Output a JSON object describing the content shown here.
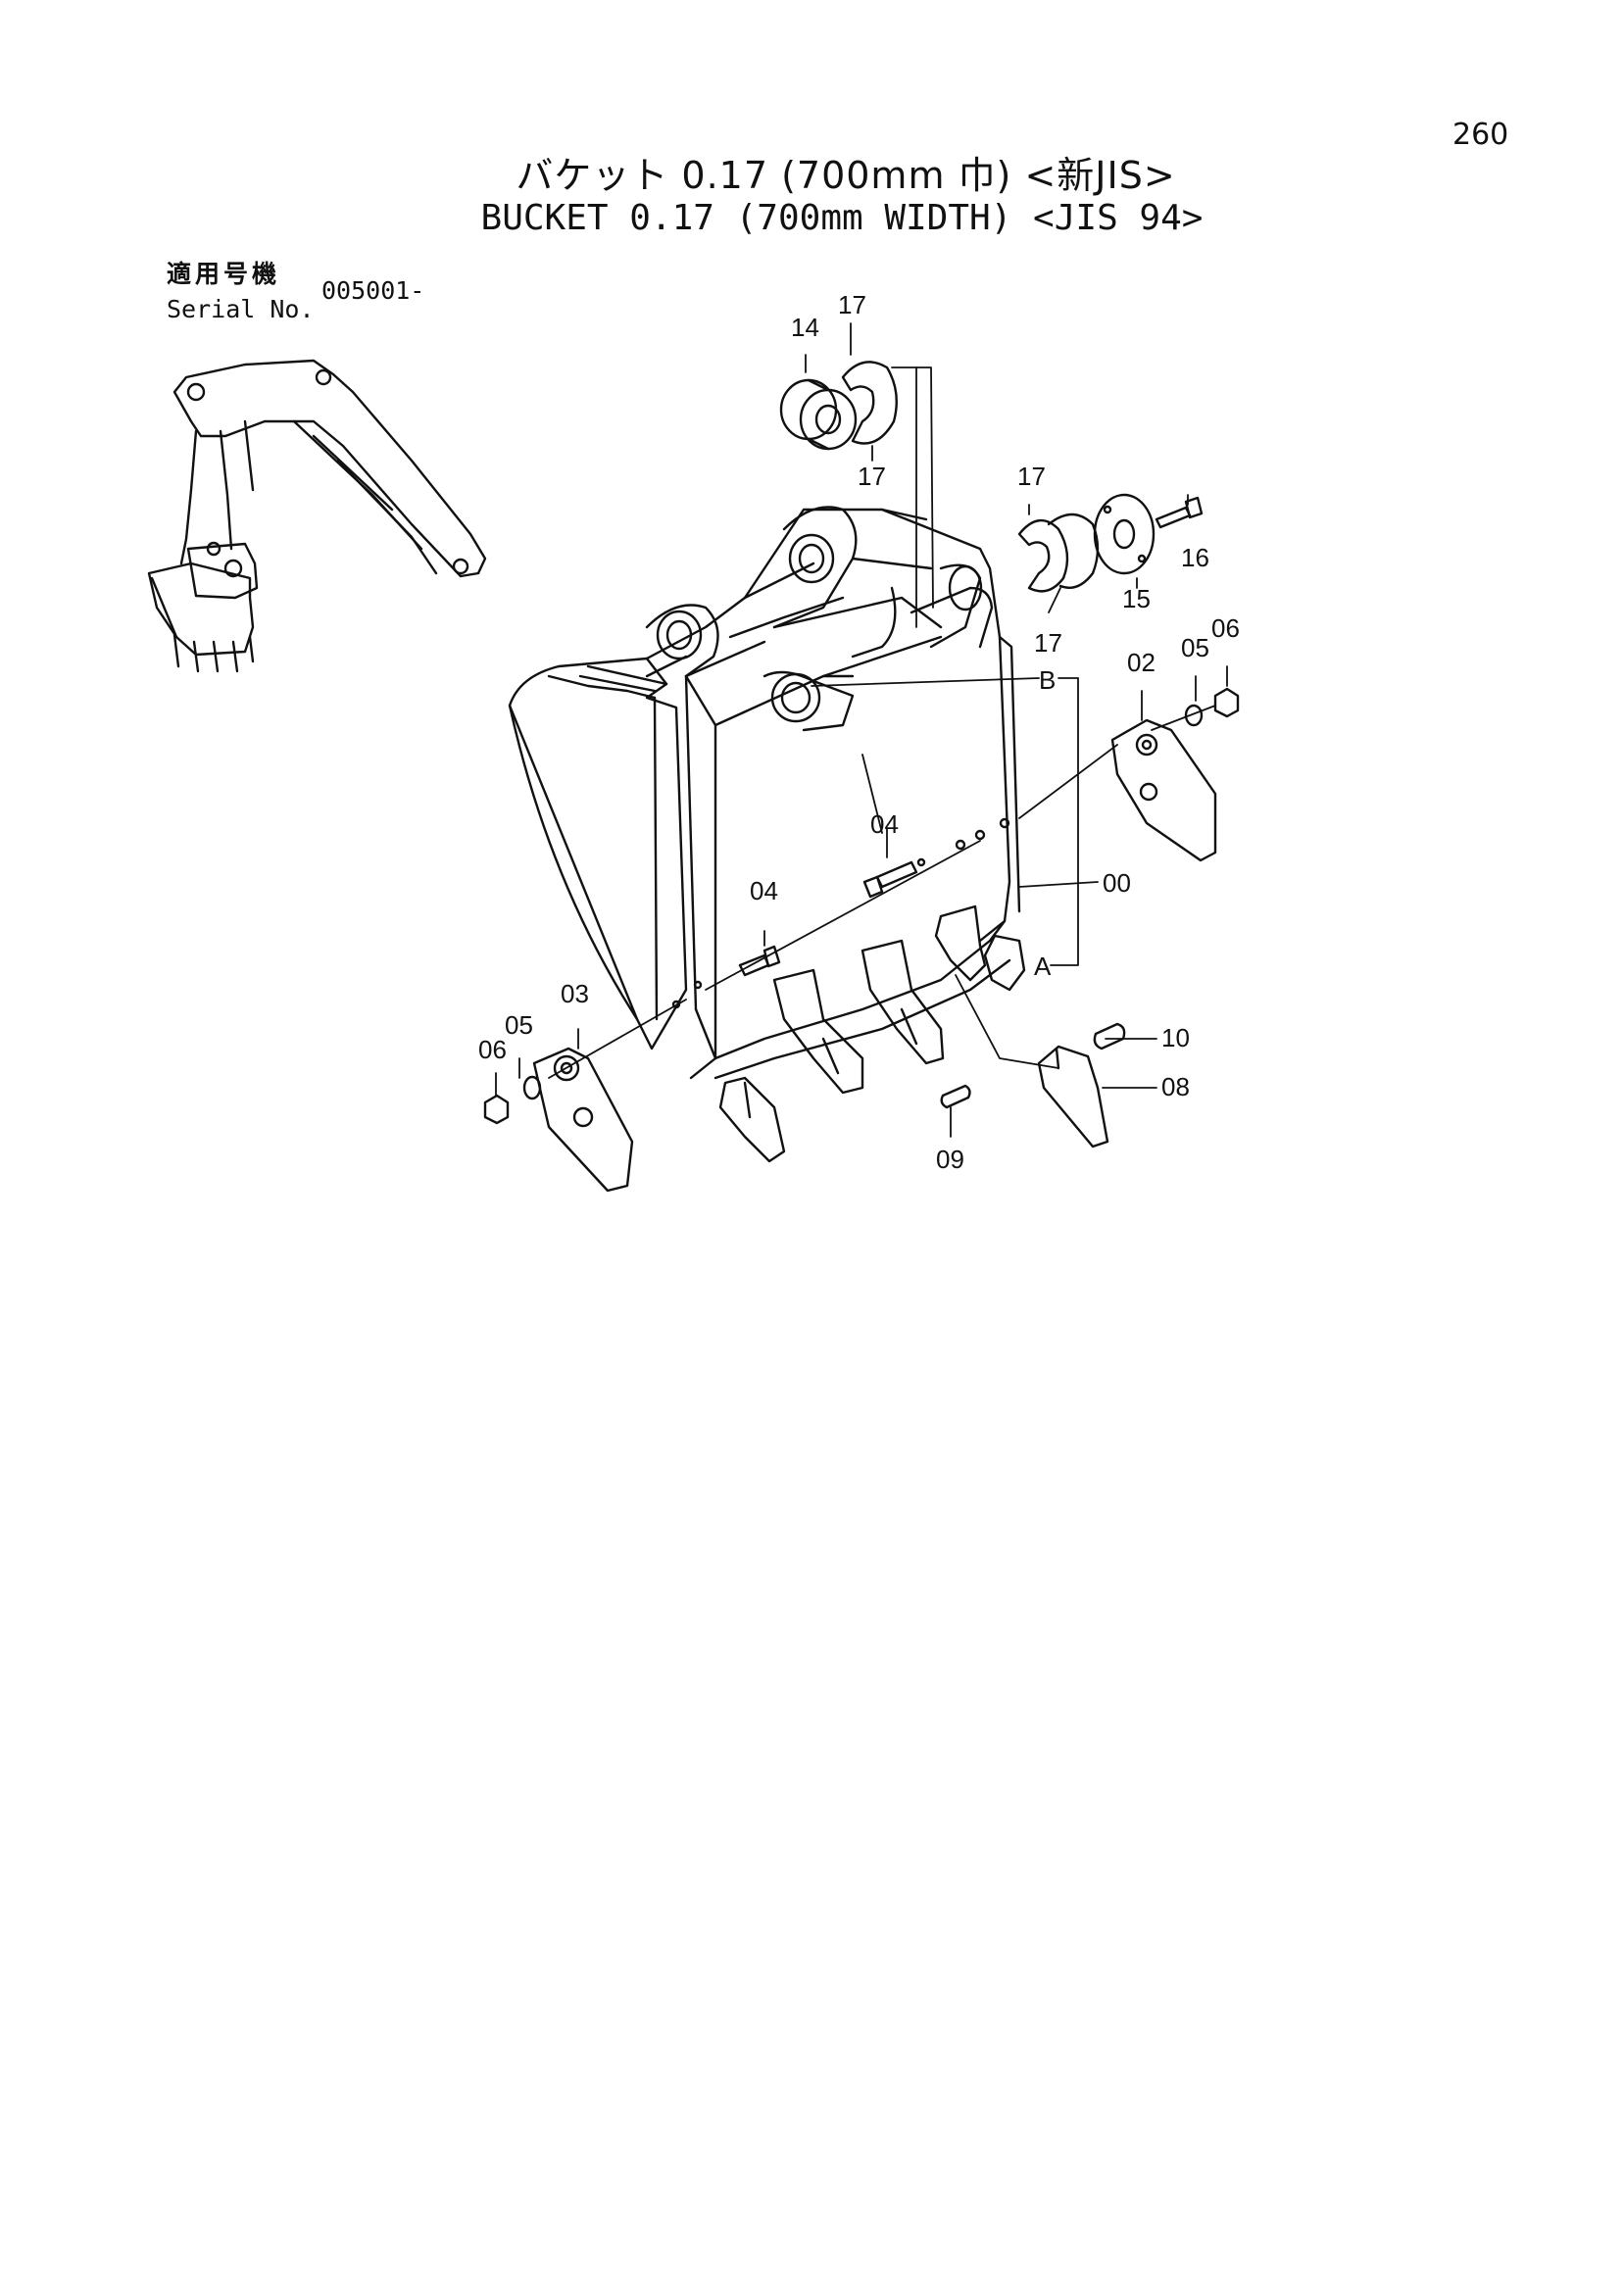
{
  "page_number": "260",
  "title_ja": "バケット 0.17 (700mm 巾) <新JIS>",
  "title_en": "BUCKET 0.17 (700mm WIDTH) <JIS 94>",
  "serial": {
    "label_ja": "適用号機",
    "label_en": "Serial No.",
    "value": "005001-"
  },
  "callouts": {
    "c14": "14",
    "c17a": "17",
    "c17b": "17",
    "c17c": "17",
    "c17d": "17",
    "c16": "16",
    "c15": "15",
    "c02": "02",
    "c05r": "05",
    "c06r": "06",
    "cB": "B",
    "c04a": "04",
    "c04b": "04",
    "c00": "00",
    "cA": "A",
    "c03": "03",
    "c05l": "05",
    "c06l": "06",
    "c10": "10",
    "c08": "08",
    "c09": "09"
  }
}
